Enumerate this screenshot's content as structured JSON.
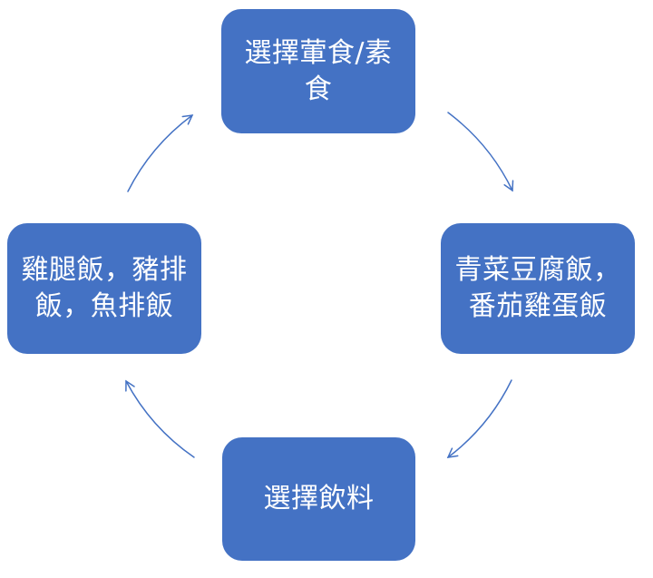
{
  "diagram": {
    "type": "cycle",
    "direction": "clockwise",
    "nodes": [
      {
        "id": "choose-meat-or-veg",
        "position": "top",
        "label": "選擇葷食/素\n食"
      },
      {
        "id": "veg-rice-options",
        "position": "right",
        "label": "青菜豆腐飯，\n番茄雞蛋飯"
      },
      {
        "id": "choose-drink",
        "position": "bottom",
        "label": "選擇飲料"
      },
      {
        "id": "meat-rice-options",
        "position": "left",
        "label": "雞腿飯，豬排\n飯，魚排飯"
      }
    ],
    "arrows": [
      {
        "from": "top",
        "to": "right"
      },
      {
        "from": "right",
        "to": "bottom"
      },
      {
        "from": "bottom",
        "to": "left"
      },
      {
        "from": "left",
        "to": "top"
      }
    ],
    "colors": {
      "node_fill": "#4472C4",
      "node_text": "#FFFFFF",
      "arrow_stroke": "#4472C4",
      "background": "#FFFFFF"
    }
  }
}
